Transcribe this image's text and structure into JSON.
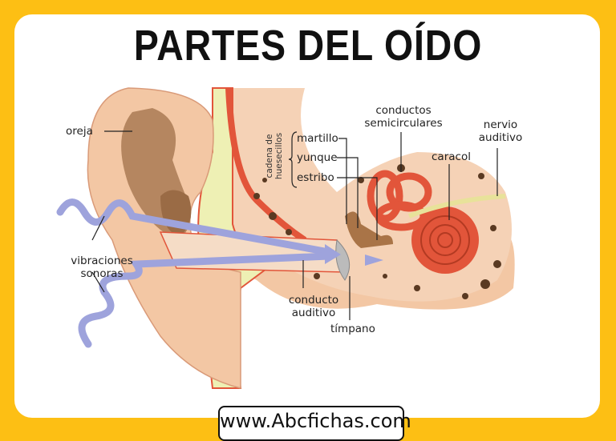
{
  "title": "PARTES DEL OÍDO",
  "labels": {
    "oreja": "oreja",
    "vibraciones": "vibraciones sonoras",
    "cadena": "cadena de huesecillos",
    "martillo": "martillo",
    "yunque": "yunque",
    "estribo": "estribo",
    "conductos_semicirculares": "conductos semicirculares",
    "nervio_auditivo": "nervio auditivo",
    "caracol": "caracol",
    "conducto_auditivo": "conducto auditivo",
    "timpano": "tímpano"
  },
  "footer": {
    "url": "www.Abcfichas.com"
  },
  "colors": {
    "frame": "#fdbf14",
    "skin": "#f3c7a4",
    "bone": "#eef0b4",
    "red": "#e2553a",
    "wave": "#9ea3dc",
    "brown": "#c48a5a"
  }
}
